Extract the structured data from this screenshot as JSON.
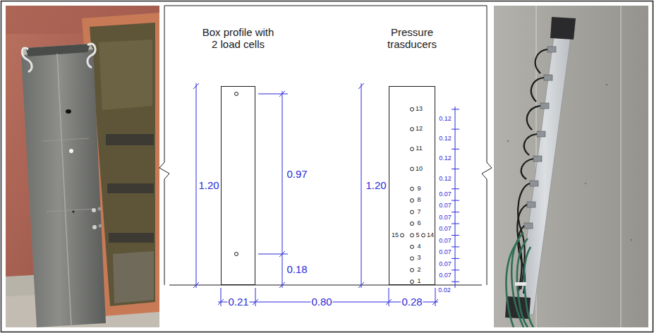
{
  "diagram": {
    "nodes": [
      {
        "text": [
          "Box profile with 2 load cells"
        ]
      },
      {
        "text": [
          "Pressure trasducers"
        ]
      }
    ],
    "labels": [
      "1.20",
      "0.97",
      "0.18",
      "1.20",
      "13",
      "12",
      "11",
      "10",
      "9",
      "8",
      "7",
      "6",
      "5",
      "4",
      "3",
      "2",
      "1",
      "15",
      "14",
      "0.12",
      "0.12",
      "0.12",
      "0.12",
      "0.07",
      "0.07",
      "0.07",
      "0.07",
      "0.07",
      "0.07",
      "0.07",
      "0.07",
      "0.02",
      "0.21",
      "0.80",
      "0.28"
    ]
  }
}
